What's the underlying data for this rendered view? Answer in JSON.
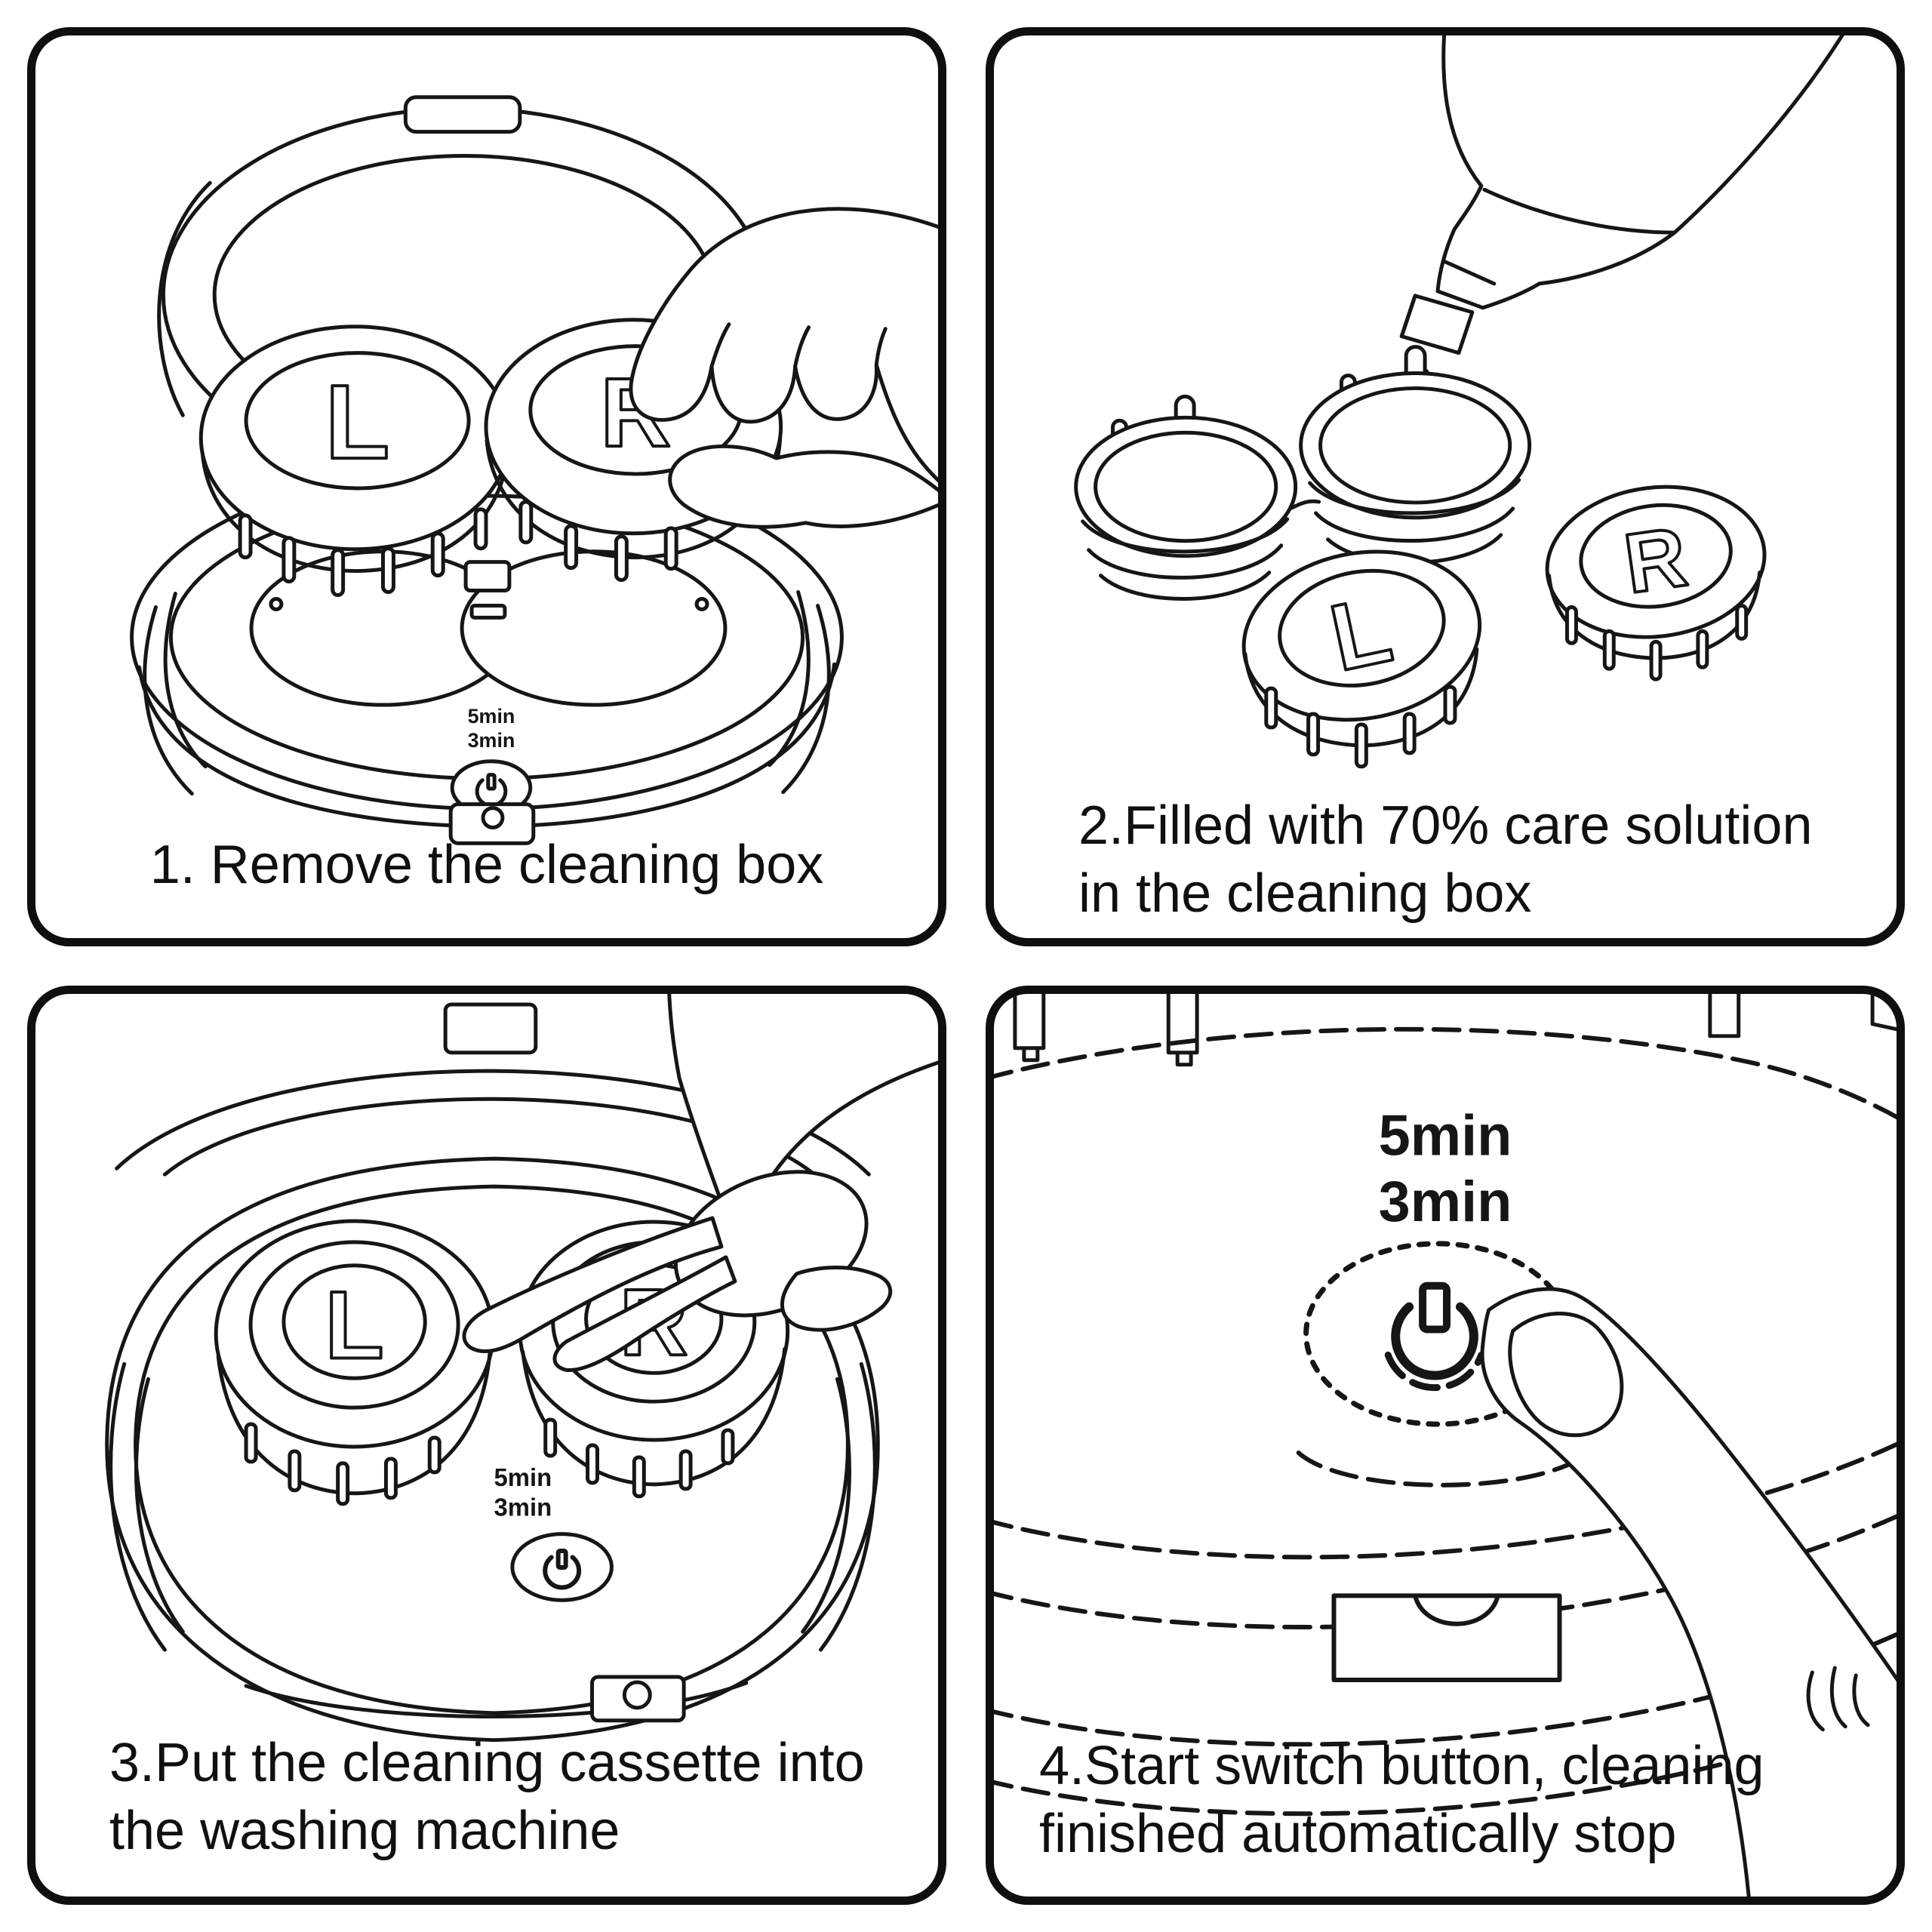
{
  "sheet": {
    "background_color": "#ffffff",
    "line_color": "#161616",
    "panel_border_color": "#0f0f0f"
  },
  "panels": [
    {
      "step": 1,
      "caption_lines": [
        "1. Remove the cleaning box"
      ]
    },
    {
      "step": 2,
      "caption_lines": [
        "2.Filled with 70% care solution",
        "in the cleaning box"
      ]
    },
    {
      "step": 3,
      "caption_lines": [
        "3.Put the cleaning cassette into",
        "the washing machine"
      ]
    },
    {
      "step": 4,
      "caption_lines": [
        "4.Start switch button, cleaning",
        "finished automatically stop"
      ]
    }
  ],
  "device_labels": {
    "left_cap": "L",
    "right_cap": "R",
    "timer_top": "5min",
    "timer_bottom": "3min"
  },
  "icons": {
    "power_icon": "⏻"
  }
}
